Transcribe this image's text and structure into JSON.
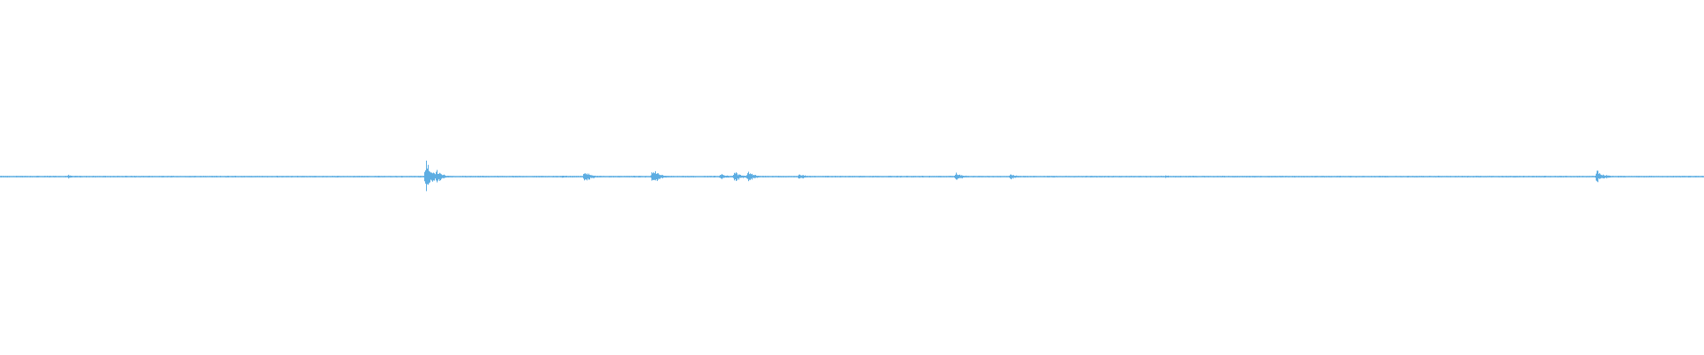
{
  "waveform": {
    "color": "#5dade2",
    "background": "#ffffff",
    "bursts": [
      {
        "t": 0.004,
        "amp": 0.06
      },
      {
        "t": 0.01,
        "amp": 0.05
      },
      {
        "t": 0.04,
        "amp": 0.12
      },
      {
        "t": 0.075,
        "amp": 0.04
      },
      {
        "t": 0.125,
        "amp": 0.05
      },
      {
        "t": 0.183,
        "amp": 0.05
      },
      {
        "t": 0.25,
        "amp": 1.0
      },
      {
        "t": 0.256,
        "amp": 0.45
      },
      {
        "t": 0.33,
        "amp": 0.1
      },
      {
        "t": 0.343,
        "amp": 0.4
      },
      {
        "t": 0.383,
        "amp": 0.55
      },
      {
        "t": 0.423,
        "amp": 0.2
      },
      {
        "t": 0.431,
        "amp": 0.4
      },
      {
        "t": 0.439,
        "amp": 0.35
      },
      {
        "t": 0.469,
        "amp": 0.2
      },
      {
        "t": 0.506,
        "amp": 0.05
      },
      {
        "t": 0.561,
        "amp": 0.28
      },
      {
        "t": 0.593,
        "amp": 0.18
      },
      {
        "t": 0.684,
        "amp": 0.1
      },
      {
        "t": 0.74,
        "amp": 0.06
      },
      {
        "t": 0.772,
        "amp": 0.06
      },
      {
        "t": 0.866,
        "amp": 0.06
      },
      {
        "t": 0.937,
        "amp": 0.4
      },
      {
        "t": 0.942,
        "amp": 0.15
      }
    ]
  }
}
